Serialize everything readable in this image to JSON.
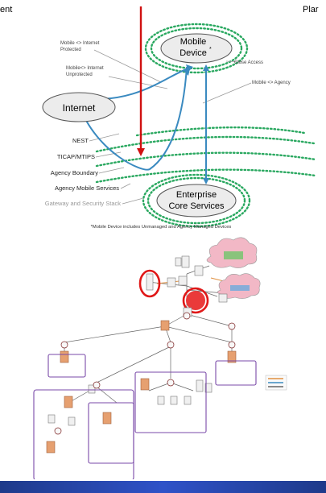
{
  "corners": {
    "left": "ent",
    "right": "Plar"
  },
  "top_diagram": {
    "ellipses": {
      "mobile": "Mobile",
      "mobile_2": "Device",
      "mobile_star": "*",
      "internet": "Internet",
      "enterprise": "Enterprise",
      "enterprise_2": "Core Services"
    },
    "annotations": {
      "mip_1": "Mobile <> Internet",
      "mip_2": "Protected",
      "miu_1": "Mobile<> Internet",
      "miu_2": "Unprotected",
      "close_access": "Close Access",
      "mobile_agency": "Mobile <> Agency"
    },
    "layers": {
      "nest": "NEST",
      "ticap": "TICAP/MTIPS",
      "boundary": "Agency Boundary",
      "mobile_services": "Agency Mobile Services",
      "gateway": "Gateway and Security Stack"
    },
    "footnote": "*Mobile Device includes Unmanaged and Agency Managed Devices"
  },
  "colors": {
    "red_arrow": "#d01010",
    "blue_path": "#3a8ac0",
    "teal_dots": "#2aa860",
    "ellipse_fill": "#ececec",
    "cloud_pink": "#f2b8c6",
    "highlight_red": "#e01818",
    "frame_purple": "#7a4aa8",
    "footer_blue": "#2f52c8"
  }
}
